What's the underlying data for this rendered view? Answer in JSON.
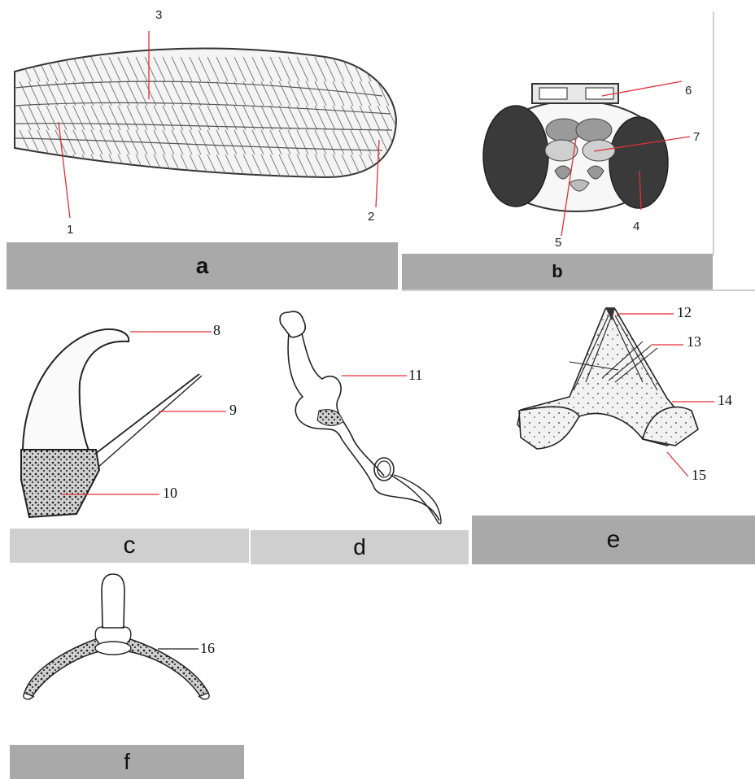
{
  "panels": {
    "a": {
      "label": "a",
      "callouts": [
        "1",
        "2",
        "3"
      ]
    },
    "b": {
      "label": "b",
      "callouts": [
        "4",
        "5",
        "6",
        "7"
      ]
    },
    "c": {
      "label": "c",
      "callouts": [
        "8",
        "9",
        "10"
      ]
    },
    "d": {
      "label": "d",
      "callouts": [
        "11"
      ]
    },
    "e": {
      "label": "e",
      "callouts": [
        "12",
        "13",
        "14",
        "15"
      ]
    },
    "f": {
      "label": "f",
      "callouts": [
        "16"
      ]
    }
  },
  "colors": {
    "leader_line": "#e0303a",
    "caption_bar": "#a9a9a9",
    "ink": "#222222"
  }
}
